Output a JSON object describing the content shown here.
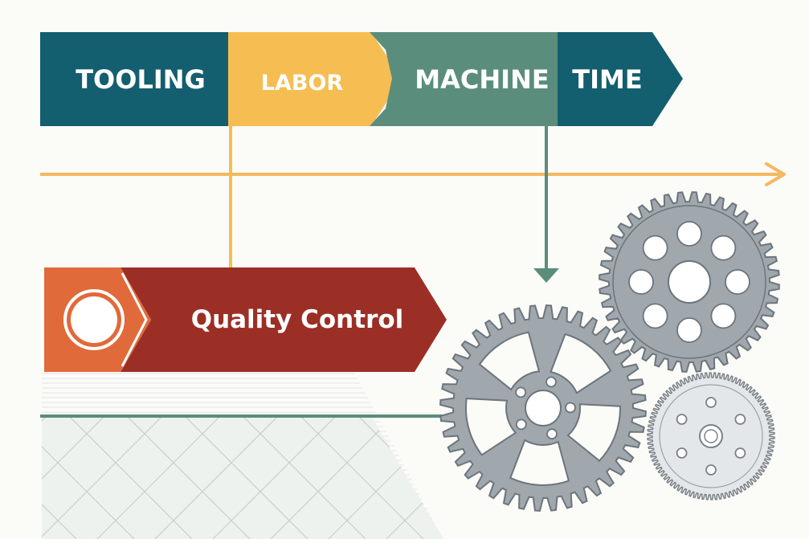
{
  "colors": {
    "teal_dark": "#135e6f",
    "yellow": "#f6bd52",
    "green_teal": "#5b8d7c",
    "orange": "#e06a3a",
    "red": "#9b2f26",
    "gear": "#8e969d",
    "gear_light": "#dfe3e6",
    "axis": "#f4b860",
    "connector_teal": "#5b8d7c",
    "background": "#fbfbf8"
  },
  "cost_stages": [
    {
      "label": "TOOLING",
      "color": "#135e6f",
      "text_color": "#ffffff"
    },
    {
      "label": "LABOR",
      "color": "#f6bd52",
      "text_color": "#ffffff"
    },
    {
      "label": "MACHINE",
      "color": "#5b8d7c",
      "text_color": "#ffffff"
    },
    {
      "label": "TIME",
      "color": "#135e6f",
      "text_color": "#ffffff"
    }
  ],
  "quality_banner": {
    "label": "Quality Control",
    "icon": "circle-icon",
    "icon_color": "#e06a3a",
    "body_color": "#9b2f26"
  },
  "gears": [
    {
      "name": "large-spoked-gear",
      "icon": "gear-icon"
    },
    {
      "name": "holed-gear",
      "icon": "gear-icon"
    },
    {
      "name": "fine-gear",
      "icon": "gear-icon"
    }
  ]
}
